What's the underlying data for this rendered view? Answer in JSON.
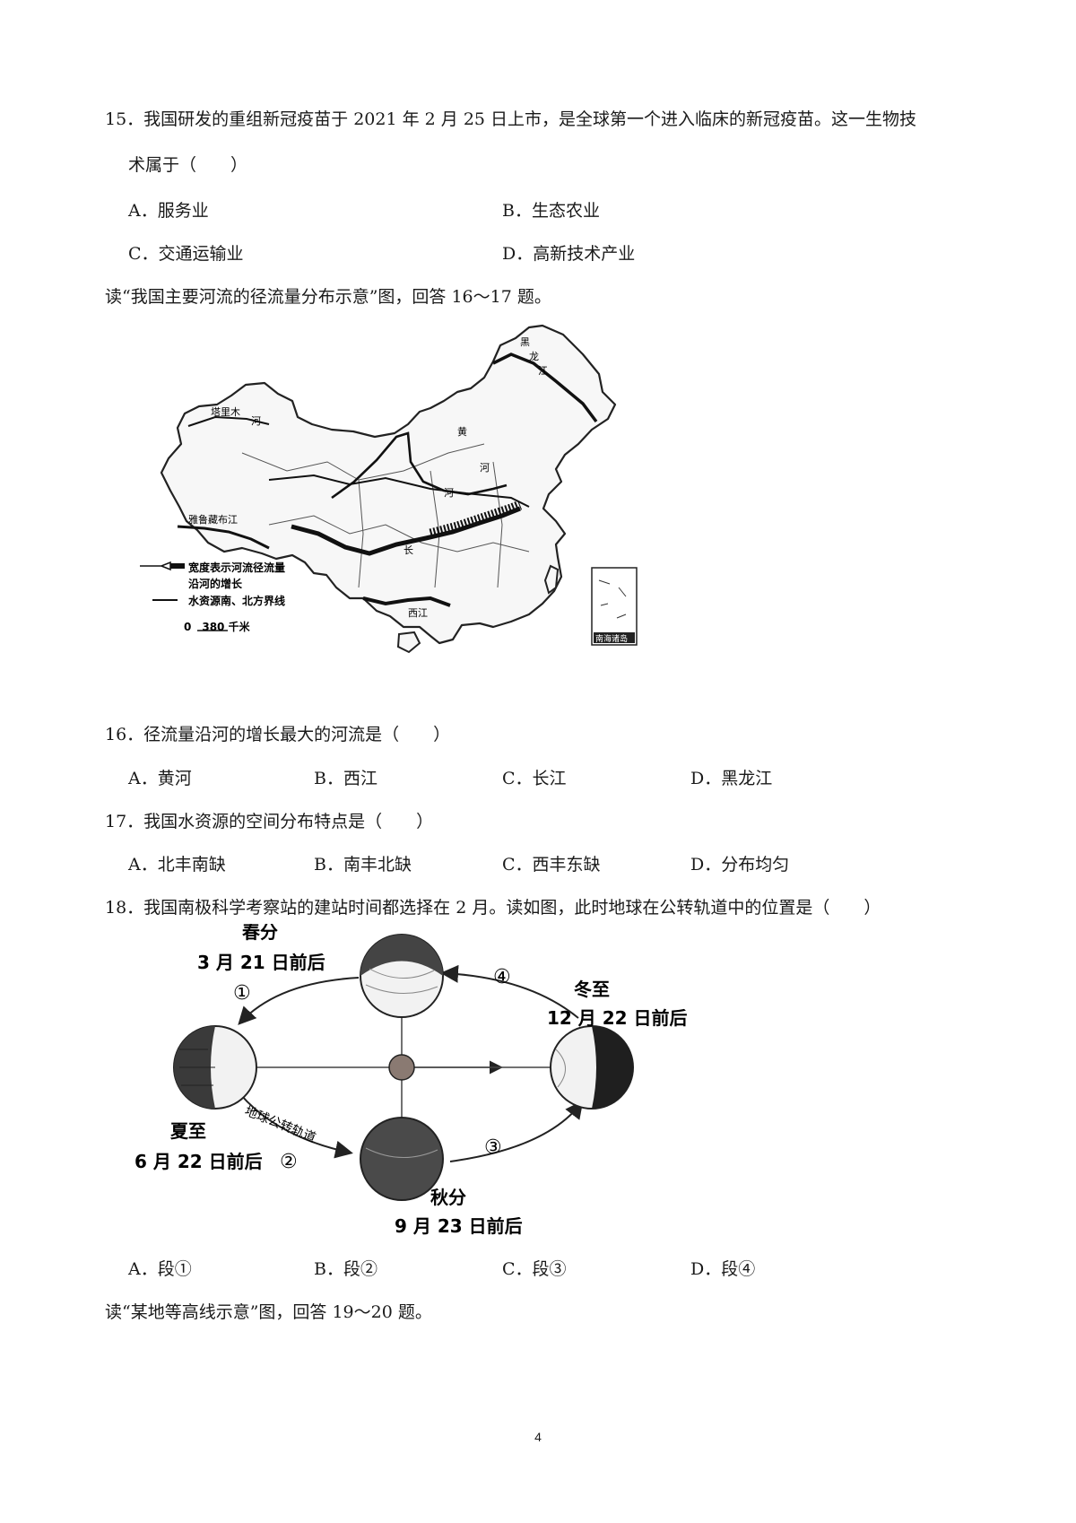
{
  "q15": {
    "line1": "15．我国研发的重组新冠疫苗于 2021 年 2 月 25 日上市，是全球第一个进入临床的新冠疫苗。这一生物技",
    "line2": "术属于（　　）",
    "options": [
      "A．服务业",
      "B．生态农业",
      "C．交通运输业",
      "D．高新技术产业"
    ]
  },
  "intro16_17": "读“我国主要河流的径流量分布示意”图，回答 16～17 题。",
  "map": {
    "river_labels": {
      "heilongjiang": [
        "黑",
        "龙",
        "江"
      ],
      "tarim": "塔里木",
      "tarim_he": "河",
      "yarlung": "雅鲁藏布江",
      "huanghe_1": "黄",
      "huanghe_2": "河",
      "huanghe_3": "河",
      "changjiang": "长",
      "xijiang": "西江"
    },
    "legend": {
      "width_line1": "宽度表示河流径流量",
      "width_line2": "沿河的增长",
      "boundary": "水资源南、北方界线",
      "scale": "0　380 千米"
    },
    "inset_label": "南海诸岛"
  },
  "q16": {
    "stem": "16．径流量沿河的增长最大的河流是（　　）",
    "options": [
      "A．黄河",
      "B．西江",
      "C．长江",
      "D．黑龙江"
    ]
  },
  "q17": {
    "stem": "17．我国水资源的空间分布特点是（　　）",
    "options": [
      "A．北丰南缺",
      "B．南丰北缺",
      "C．西丰东缺",
      "D．分布均匀"
    ]
  },
  "q18": {
    "stem": "18．我国南极科学考察站的建站时间都选择在 2 月。读如图，此时地球在公转轨道中的位置是（　　）",
    "options": [
      "A．段①",
      "B．段②",
      "C．段③",
      "D．段④"
    ]
  },
  "orbit": {
    "spring_name": "春分",
    "spring_date": "3 月 21 日前后",
    "summer_name": "夏至",
    "summer_date": "6 月 22 日前后",
    "autumn_name": "秋分",
    "autumn_date": "9 月 23 日前后",
    "winter_name": "冬至",
    "winter_date": "12 月 22 日前后",
    "orbit_label": "地球公转轨道",
    "seg1": "①",
    "seg2": "②",
    "seg3": "③",
    "seg4": "④"
  },
  "intro19_20": "读“某地等高线示意”图，回答 19～20 题。",
  "page_number": "4"
}
